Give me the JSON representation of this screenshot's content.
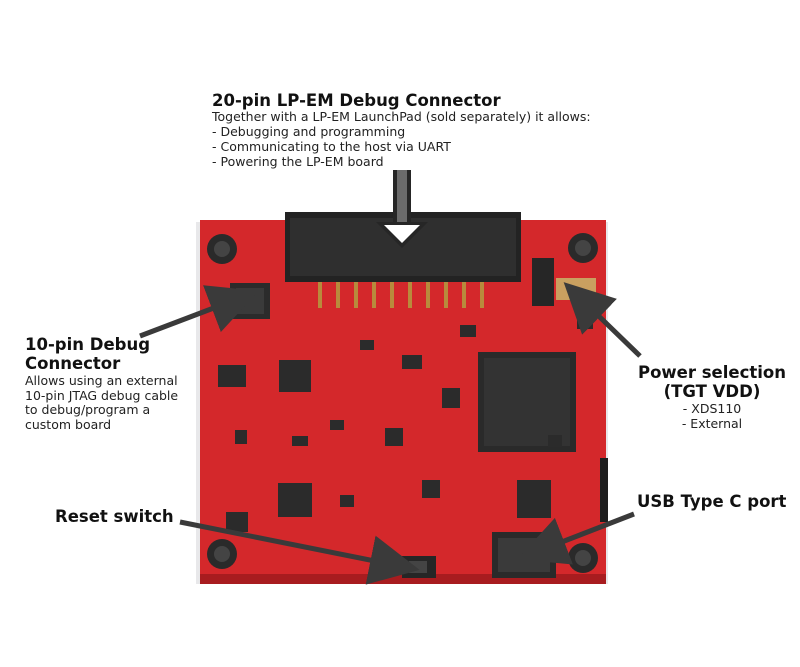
{
  "top_callout": {
    "title": "20-pin LP-EM Debug Connector",
    "intro": "Together with a LP-EM LaunchPad (sold separately) it allows:",
    "items": [
      "- Debugging and programming",
      "- Communicating to the host via UART",
      "- Powering the LP-EM board"
    ]
  },
  "debug10_callout": {
    "title_line1": "10-pin Debug",
    "title_line2": "Connector",
    "lines": [
      "Allows using an external",
      "10-pin JTAG debug cable",
      "to debug/program a",
      "custom board"
    ]
  },
  "power_callout": {
    "title_line1": "Power selection",
    "title_line2": "(TGT VDD)",
    "items": [
      "- XDS110",
      "- External"
    ]
  },
  "reset_callout": {
    "title": "Reset switch"
  },
  "usb_callout": {
    "title": "USB Type C port"
  },
  "colors": {
    "pcb": "#d4282b",
    "pcb_dark": "#a81c1f",
    "component": "#2b2b2b",
    "arrow_fill": "#262626"
  },
  "icons": [
    "pcb-board-image",
    "down-arrow-icon",
    "pointer-arrow-icon"
  ]
}
